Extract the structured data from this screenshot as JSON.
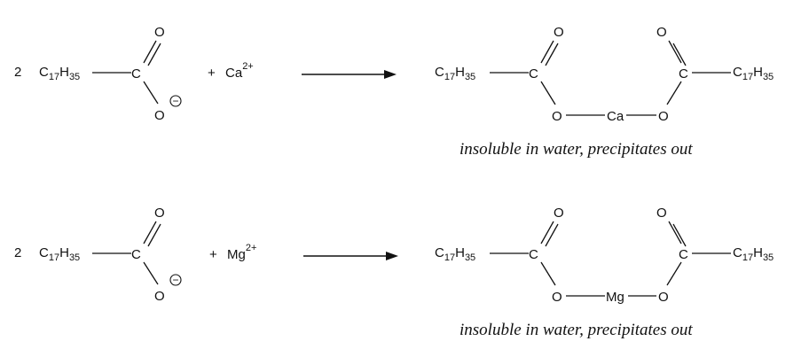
{
  "reactions": [
    {
      "coefficient": "2",
      "reactant_group": {
        "base": "C",
        "n1": "17",
        "mid": "H",
        "n2": "35"
      },
      "carbon": "C",
      "oxygen_double": "O",
      "oxygen_single": "O",
      "charge": "−",
      "plus": "+",
      "ion_symbol": "Ca",
      "ion_charge": "2+",
      "product_metal": "Ca",
      "product_oxygen": "O",
      "product_group": {
        "base": "C",
        "n1": "17",
        "mid": "H",
        "n2": "35"
      },
      "note": "insoluble in water, precipitates out"
    },
    {
      "coefficient": "2",
      "reactant_group": {
        "base": "C",
        "n1": "17",
        "mid": "H",
        "n2": "35"
      },
      "carbon": "C",
      "oxygen_double": "O",
      "oxygen_single": "O",
      "charge": "−",
      "plus": "+",
      "ion_symbol": "Mg",
      "ion_charge": "2+",
      "product_metal": "Mg",
      "product_oxygen": "O",
      "product_group": {
        "base": "C",
        "n1": "17",
        "mid": "H",
        "n2": "35"
      },
      "note": "insoluble in water, precipitates out"
    }
  ]
}
